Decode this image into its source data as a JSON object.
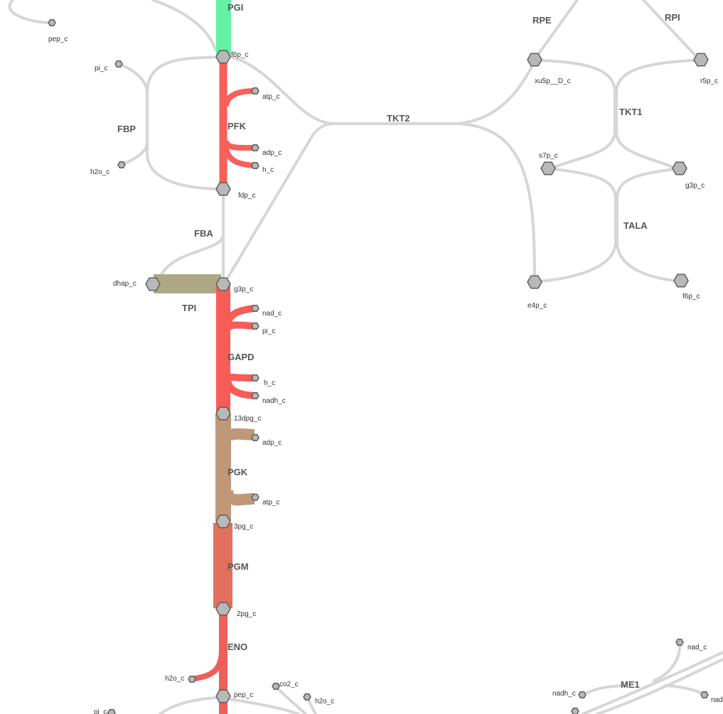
{
  "colors": {
    "edge": "#d6d6d6",
    "node_fill": "#b8b8b8",
    "node_stroke": "#5e5e5e",
    "PGI": "#63f1a6",
    "PFK": "#f75f58",
    "TPI": "#aca884",
    "GAPD": "#f75c56",
    "PGK": "#be9878",
    "PGM": "#e2705d",
    "ENO": "#ef5f57"
  },
  "reactions": {
    "PGI": "PGI",
    "PFK": "PFK",
    "FBP": "FBP",
    "FBA": "FBA",
    "TPI": "TPI",
    "GAPD": "GAPD",
    "PGK": "PGK",
    "PGM": "PGM",
    "ENO": "ENO",
    "TKT2": "TKT2",
    "TKT1": "TKT1",
    "TALA": "TALA",
    "RPE": "RPE",
    "RPI": "RPI",
    "ME1": "ME1"
  },
  "metabolites": {
    "pep_c_top": "pep_c",
    "pi_c_fbp": "pi_c",
    "h2o_c_fbp": "h2o_c",
    "f6p_c": "f6p_c",
    "atp_c_pfk": "atp_c",
    "adp_c_pfk": "adp_c",
    "h_c_pfk": "h_c",
    "fdp_c": "fdp_c",
    "dhap_c": "dhap_c",
    "g3p_c": "g3p_c",
    "nad_c_gapd": "nad_c",
    "pi_c_gapd": "pi_c",
    "h_c_gapd": "h_c",
    "nadh_c_gapd": "nadh_c",
    "13dpg_c": "13dpg_c",
    "adp_c_pgk": "adp_c",
    "atp_c_pgk": "atp_c",
    "3pg_c": "3pg_c",
    "2pg_c": "2pg_c",
    "h2o_c_eno": "h2o_c",
    "pep_c": "pep_c",
    "co2_c": "co2_c",
    "h2o_c_bottom": "h2o_c",
    "pi_c_bottom": "pi_c",
    "xu5p__D_c": "xu5p__D_c",
    "r5p_c": "r5p_c",
    "s7p_c": "s7p_c",
    "g3p_c_right": "g3p_c",
    "e4p_c": "e4p_c",
    "f6p_c_right": "f6p_c",
    "nad_c_me1": "nad_c",
    "nadh_c_me1": "nadh_c",
    "nad_partial": "nad"
  }
}
